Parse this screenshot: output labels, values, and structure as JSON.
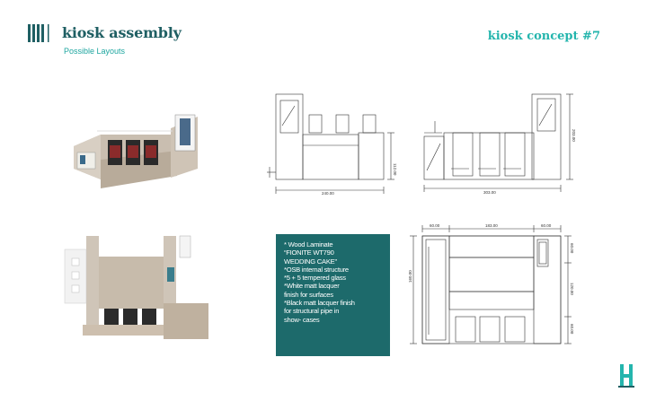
{
  "header": {
    "title": "kiosk assembly",
    "subtitle": "Possible Layouts",
    "concept": "kiosk concept #7"
  },
  "specs": [
    "* Wood Laminate",
    "“FIONITE WT790",
    "WEDDING CAKE”",
    "*OSB internal structure",
    "*5 + 5 tempered glass",
    "*White matt lacquer",
    "finish  for surfaces",
    "*Black matt lacquer finish",
    "for structural pipe in",
    "show-  cases"
  ],
  "drawings": {
    "front": {
      "width_label": "240.00",
      "height_label": "112.00"
    },
    "side": {
      "width_label": "303.00",
      "height_label": "203.00"
    },
    "plan": {
      "top_left": "60.00",
      "top_mid": "183.00",
      "top_right": "60.00",
      "left_height": "160.00",
      "right_a": "60.00",
      "right_b": "120.00",
      "right_c": "60.00"
    }
  },
  "colors": {
    "brand": "#1f5f63",
    "accent": "#24b5ad",
    "spec_bg": "#1d6a6b"
  }
}
